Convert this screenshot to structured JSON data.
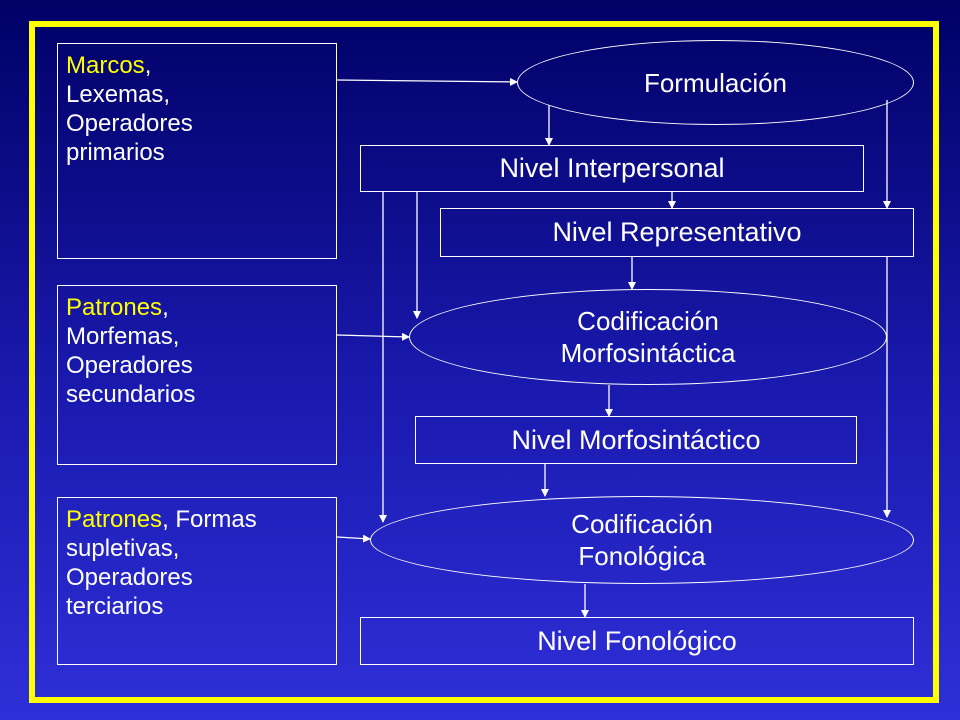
{
  "colors": {
    "background_top": "#000066",
    "background_bottom": "#2f2fd8",
    "frame": "#ffff00",
    "highlight": "#ffff00",
    "text": "#ffffff",
    "lines": "#ffffff"
  },
  "left_boxes": [
    {
      "highlight": "Marcos",
      "rest_first_line": ",",
      "lines": [
        "Lexemas,",
        "Operadores",
        "primarios"
      ]
    },
    {
      "highlight": "Patrones",
      "rest_first_line": ",",
      "lines": [
        "Morfemas,",
        "Operadores",
        "secundarios"
      ]
    },
    {
      "highlight": "Patrones",
      "rest_first_line": ", Formas",
      "lines": [
        "supletivas,",
        "Operadores",
        "terciarios"
      ]
    }
  ],
  "nodes": {
    "formulacion": {
      "lines": [
        "Formulación"
      ]
    },
    "interpersonal": {
      "label": "Nivel Interpersonal"
    },
    "representativo": {
      "label": "Nivel Representativo"
    },
    "cod_morfo": {
      "lines": [
        "Codificación",
        "Morfosintáctica"
      ]
    },
    "morfosintactico": {
      "label": "Nivel Morfosintáctico"
    },
    "cod_fono": {
      "lines": [
        "Codificación",
        "Fonológica"
      ]
    },
    "fonologico": {
      "label": "Nivel Fonológico"
    }
  }
}
